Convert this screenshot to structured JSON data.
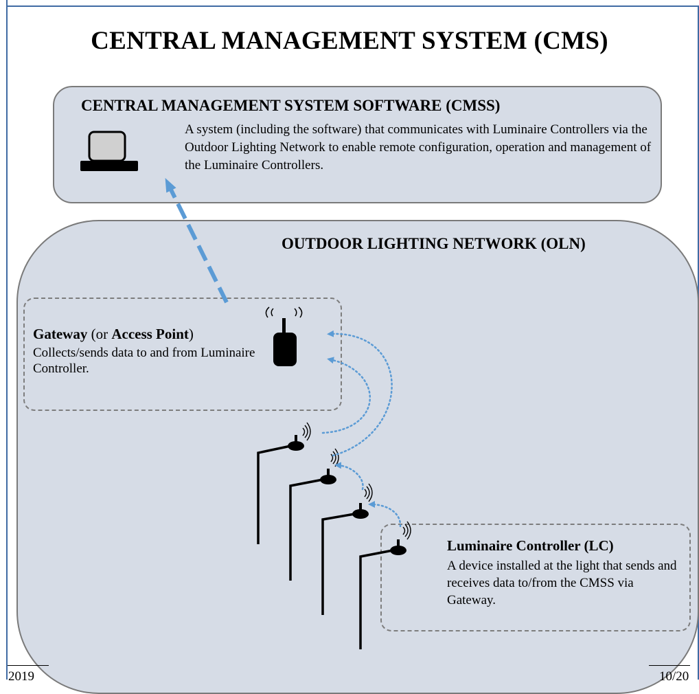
{
  "diagram": {
    "title": "CENTRAL MANAGEMENT SYSTEM (CMS)",
    "cmss": {
      "title": "CENTRAL MANAGEMENT SYSTEM SOFTWARE (CMSS)",
      "description": "A system (including the software) that communicates with Luminaire Controllers via the Outdoor Lighting Network to enable remote configuration, operation and management of the Luminaire Controllers."
    },
    "oln": {
      "title": "OUTDOOR LIGHTING NETWORK (OLN)"
    },
    "gateway": {
      "title_bold_1": "Gateway",
      "title_mid": " (or ",
      "title_bold_2": "Access Point",
      "title_end": ")",
      "description": "Collects/sends data to and from Luminaire Controller."
    },
    "luminaire_controller": {
      "title": "Luminaire Controller (LC)",
      "description": "A device installed at the light that sends and receives data to/from the CMSS via Gateway."
    },
    "colors": {
      "box_fill": "#d6dce6",
      "box_stroke": "#7a7a7a",
      "dashed_arrow": "#5b9bd5",
      "dotted_arrow": "#5b9bd5",
      "page_border": "#3f6aa3"
    },
    "icons": [
      "computer-icon",
      "gateway-antenna-icon",
      "street-light-icon",
      "wireless-signal-icon"
    ]
  },
  "footer": {
    "left": "2019",
    "right": "10/20"
  }
}
